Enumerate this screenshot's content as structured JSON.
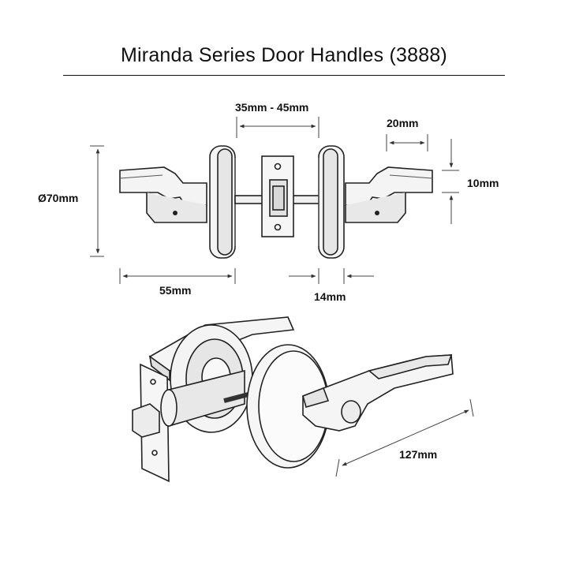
{
  "title": "Miranda Series Door Handles (3888)",
  "dimensions": {
    "door_thickness": "35mm - 45mm",
    "lever_width": "20mm",
    "lever_thickness": "10mm",
    "rose_diameter": "Ø70mm",
    "projection": "55mm",
    "rose_depth": "14mm",
    "lever_length": "127mm"
  }
}
